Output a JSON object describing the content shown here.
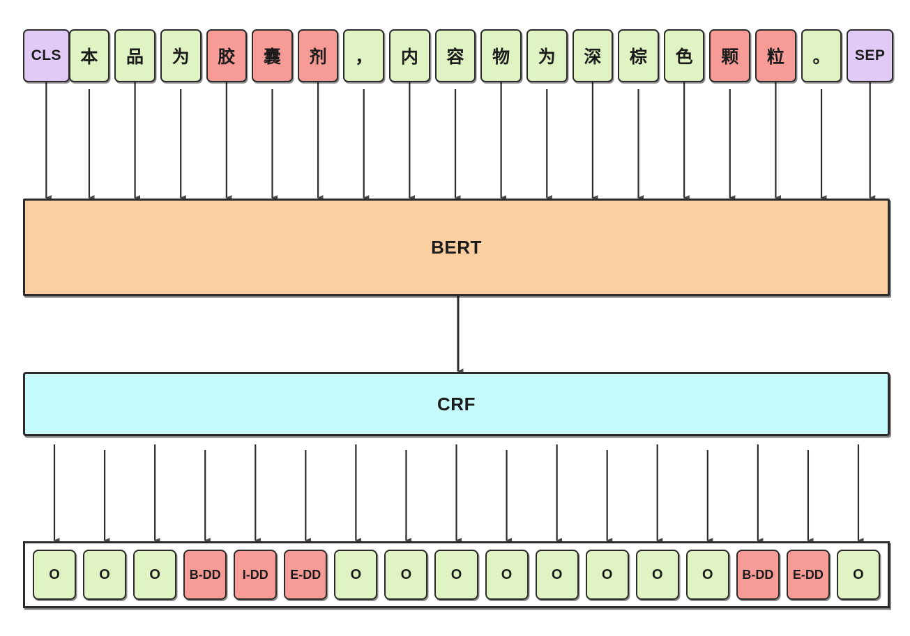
{
  "diagram": {
    "title": "BERT-CRF sequence labeling architecture",
    "colors": {
      "token_green": "#dff3c3",
      "token_red": "#f79b96",
      "token_purple": "#e0caf6",
      "bert_orange": "#fbcfa0",
      "crf_cyan": "#c6fbfb",
      "stroke": "#2b2b2b",
      "background": "#ffffff"
    }
  },
  "input_tokens": [
    {
      "text": "CLS",
      "color": "purple",
      "kind": "special"
    },
    {
      "text": "本",
      "color": "green",
      "kind": "char"
    },
    {
      "text": "品",
      "color": "green",
      "kind": "char"
    },
    {
      "text": "为",
      "color": "green",
      "kind": "char"
    },
    {
      "text": "胶",
      "color": "red",
      "kind": "char"
    },
    {
      "text": "囊",
      "color": "red",
      "kind": "char"
    },
    {
      "text": "剂",
      "color": "red",
      "kind": "char"
    },
    {
      "text": "，",
      "color": "green",
      "kind": "char"
    },
    {
      "text": "内",
      "color": "green",
      "kind": "char"
    },
    {
      "text": "容",
      "color": "green",
      "kind": "char"
    },
    {
      "text": "物",
      "color": "green",
      "kind": "char"
    },
    {
      "text": "为",
      "color": "green",
      "kind": "char"
    },
    {
      "text": "深",
      "color": "green",
      "kind": "char"
    },
    {
      "text": "棕",
      "color": "green",
      "kind": "char"
    },
    {
      "text": "色",
      "color": "green",
      "kind": "char"
    },
    {
      "text": "颗",
      "color": "red",
      "kind": "char"
    },
    {
      "text": "粒",
      "color": "red",
      "kind": "char"
    },
    {
      "text": "。",
      "color": "green",
      "kind": "char"
    },
    {
      "text": "SEP",
      "color": "purple",
      "kind": "special"
    }
  ],
  "encoder": {
    "label": "BERT"
  },
  "decoder": {
    "label": "CRF"
  },
  "output_labels": [
    {
      "text": "O",
      "color": "green"
    },
    {
      "text": "O",
      "color": "green"
    },
    {
      "text": "O",
      "color": "green"
    },
    {
      "text": "B-DD",
      "color": "red"
    },
    {
      "text": "I-DD",
      "color": "red"
    },
    {
      "text": "E-DD",
      "color": "red"
    },
    {
      "text": "O",
      "color": "green"
    },
    {
      "text": "O",
      "color": "green"
    },
    {
      "text": "O",
      "color": "green"
    },
    {
      "text": "O",
      "color": "green"
    },
    {
      "text": "O",
      "color": "green"
    },
    {
      "text": "O",
      "color": "green"
    },
    {
      "text": "O",
      "color": "green"
    },
    {
      "text": "O",
      "color": "green"
    },
    {
      "text": "B-DD",
      "color": "red"
    },
    {
      "text": "E-DD",
      "color": "red"
    },
    {
      "text": "O",
      "color": "green"
    }
  ]
}
